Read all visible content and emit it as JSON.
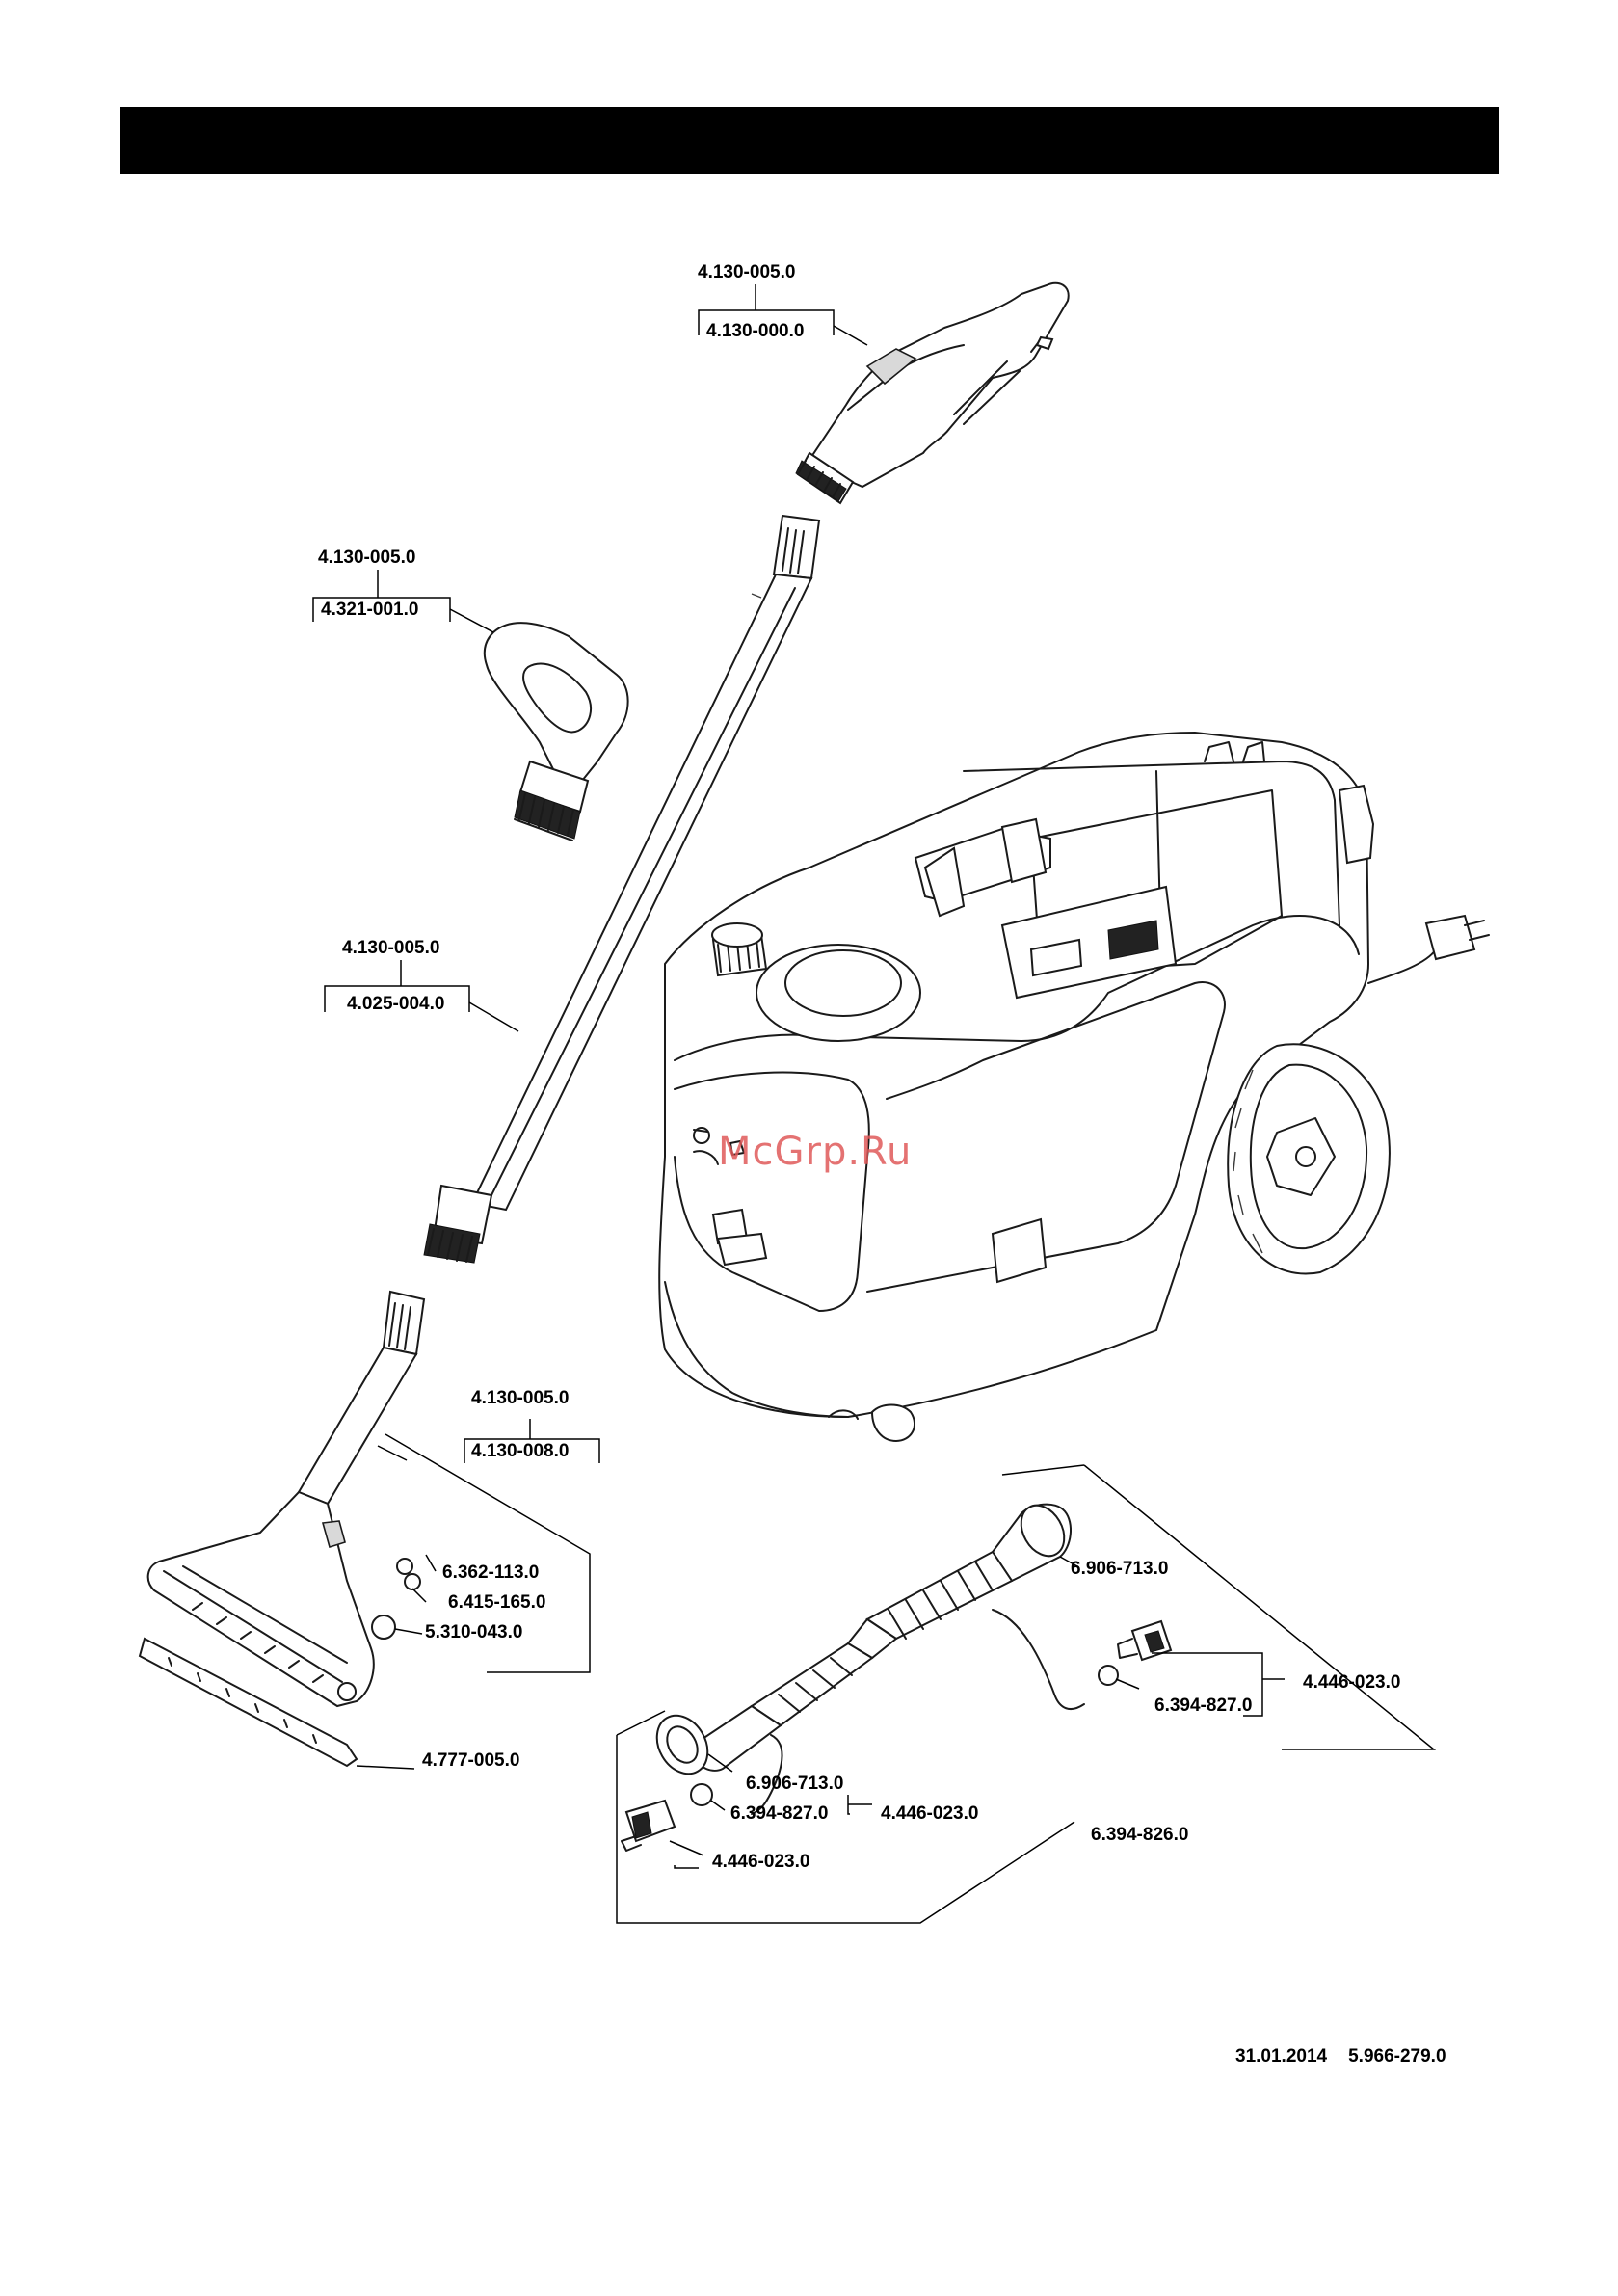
{
  "watermark": "McGrp.Ru",
  "footer": {
    "date": "31.01.2014",
    "doc_number": "5.966-279.0"
  },
  "labels": {
    "handle_group": "4.130-005.0",
    "handle_part": "4.130-000.0",
    "grip_group": "4.130-005.0",
    "grip_part": "4.321-001.0",
    "tube_group": "4.130-005.0",
    "tube_part": "4.025-004.0",
    "nozzle_group": "4.130-005.0",
    "nozzle_part": "4.130-008.0",
    "nozzle_sub_1": "6.362-113.0",
    "nozzle_sub_2": "6.415-165.0",
    "nozzle_sub_3": "5.310-043.0",
    "nozzle_insert": "4.777-005.0",
    "hose_top": "6.906-713.0",
    "coupling_right_group": "4.446-023.0",
    "coupling_right_part": "6.394-827.0",
    "hose_bottom": "6.906-713.0",
    "coupling_left_part": "6.394-827.0",
    "coupling_left_group": "4.446-023.0",
    "coupling_left_sub": "4.446-023.0",
    "hose_assembly": "6.394-826.0"
  }
}
